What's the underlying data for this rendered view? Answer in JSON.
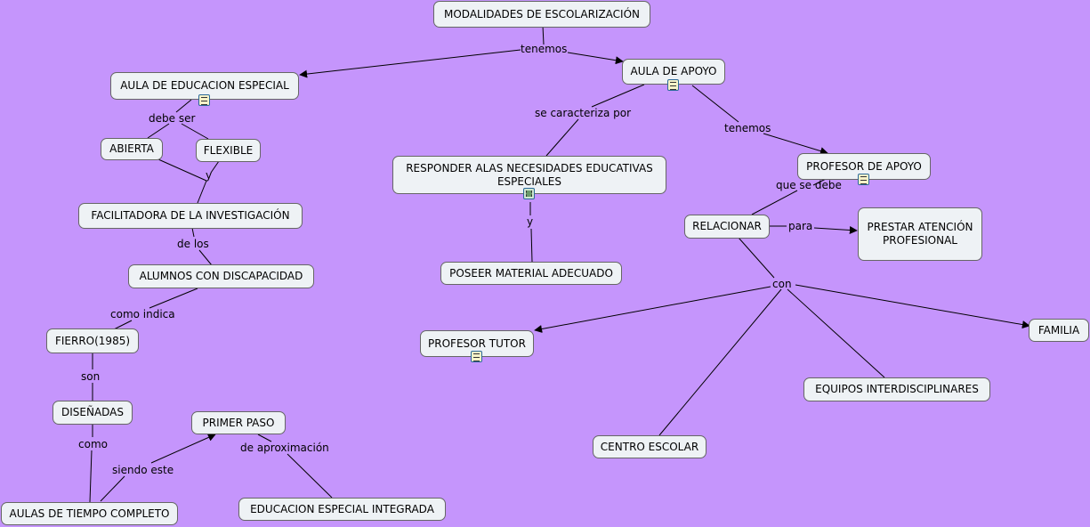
{
  "colors": {
    "background": "#c595fc",
    "node_fill": "#eef2f5",
    "node_border": "#666666",
    "line": "#000000"
  },
  "nodes": {
    "modalidades": "MODALIDADES DE ESCOLARIZACIÓN",
    "aula_educacion_especial": "AULA DE EDUCACION ESPECIAL",
    "aula_apoyo": "AULA DE APOYO",
    "abierta": "ABIERTA",
    "flexible": "FLEXIBLE",
    "facilitadora": "FACILITADORA DE LA INVESTIGACIÓN",
    "alumnos": "ALUMNOS CON DISCAPACIDAD",
    "fierro": "FIERRO(1985)",
    "disenadas": "DISEÑADAS",
    "aulas_tiempo": "AULAS DE TIEMPO COMPLETO",
    "primer_paso": "PRIMER PASO",
    "educacion_integrada": "EDUCACION ESPECIAL INTEGRADA",
    "responder_line1": "RESPONDER ALAS NECESIDADES EDUCATIVAS",
    "responder_line2": "ESPECIALES",
    "poseer": "POSEER MATERIAL ADECUADO",
    "profesor_apoyo": "PROFESOR DE APOYO",
    "relacionar": "RELACIONAR",
    "prestar_line1": "PRESTAR ATENCIÓN",
    "prestar_line2": "PROFESIONAL",
    "profesor_tutor": "PROFESOR TUTOR",
    "familia": "FAMILIA",
    "equipos": "EQUIPOS INTERDISCIPLINARES",
    "centro": "CENTRO ESCOLAR"
  },
  "links": {
    "tenemos_top": "tenemos",
    "debe_ser": "debe ser",
    "y_left": "y",
    "de_los": "de los",
    "como_indica": "como indica",
    "son": "son",
    "como": "como",
    "siendo_este": "siendo este",
    "de_aproximacion": "de aproximación",
    "se_caracteriza": "se caracteriza por",
    "y_mid": "y",
    "tenemos_right": "tenemos",
    "que_se_debe": "que se debe",
    "para": "para",
    "con": "con"
  },
  "resource_icons": [
    "document-icon",
    "document-icon",
    "video-icon",
    "document-icon",
    "document-icon"
  ]
}
